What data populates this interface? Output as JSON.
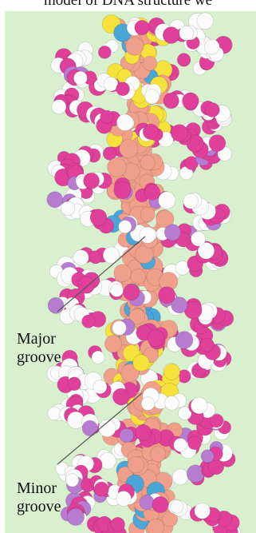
{
  "caption": "model of DNA structure we",
  "labels": {
    "major_line1": "Major",
    "major_line2": "groove",
    "minor_line1": "Minor",
    "minor_line2": "groove"
  },
  "colors": {
    "panel_background": "#d9f0cf",
    "backbone_magenta": "#e0409a",
    "backbone_white": "#fbfbfb",
    "backbone_lilac": "#b57ccf",
    "base_salmon": "#f0a08a",
    "base_yellow": "#f5e23a",
    "base_blue": "#4aa6d8",
    "leader_line": "#555555"
  }
}
